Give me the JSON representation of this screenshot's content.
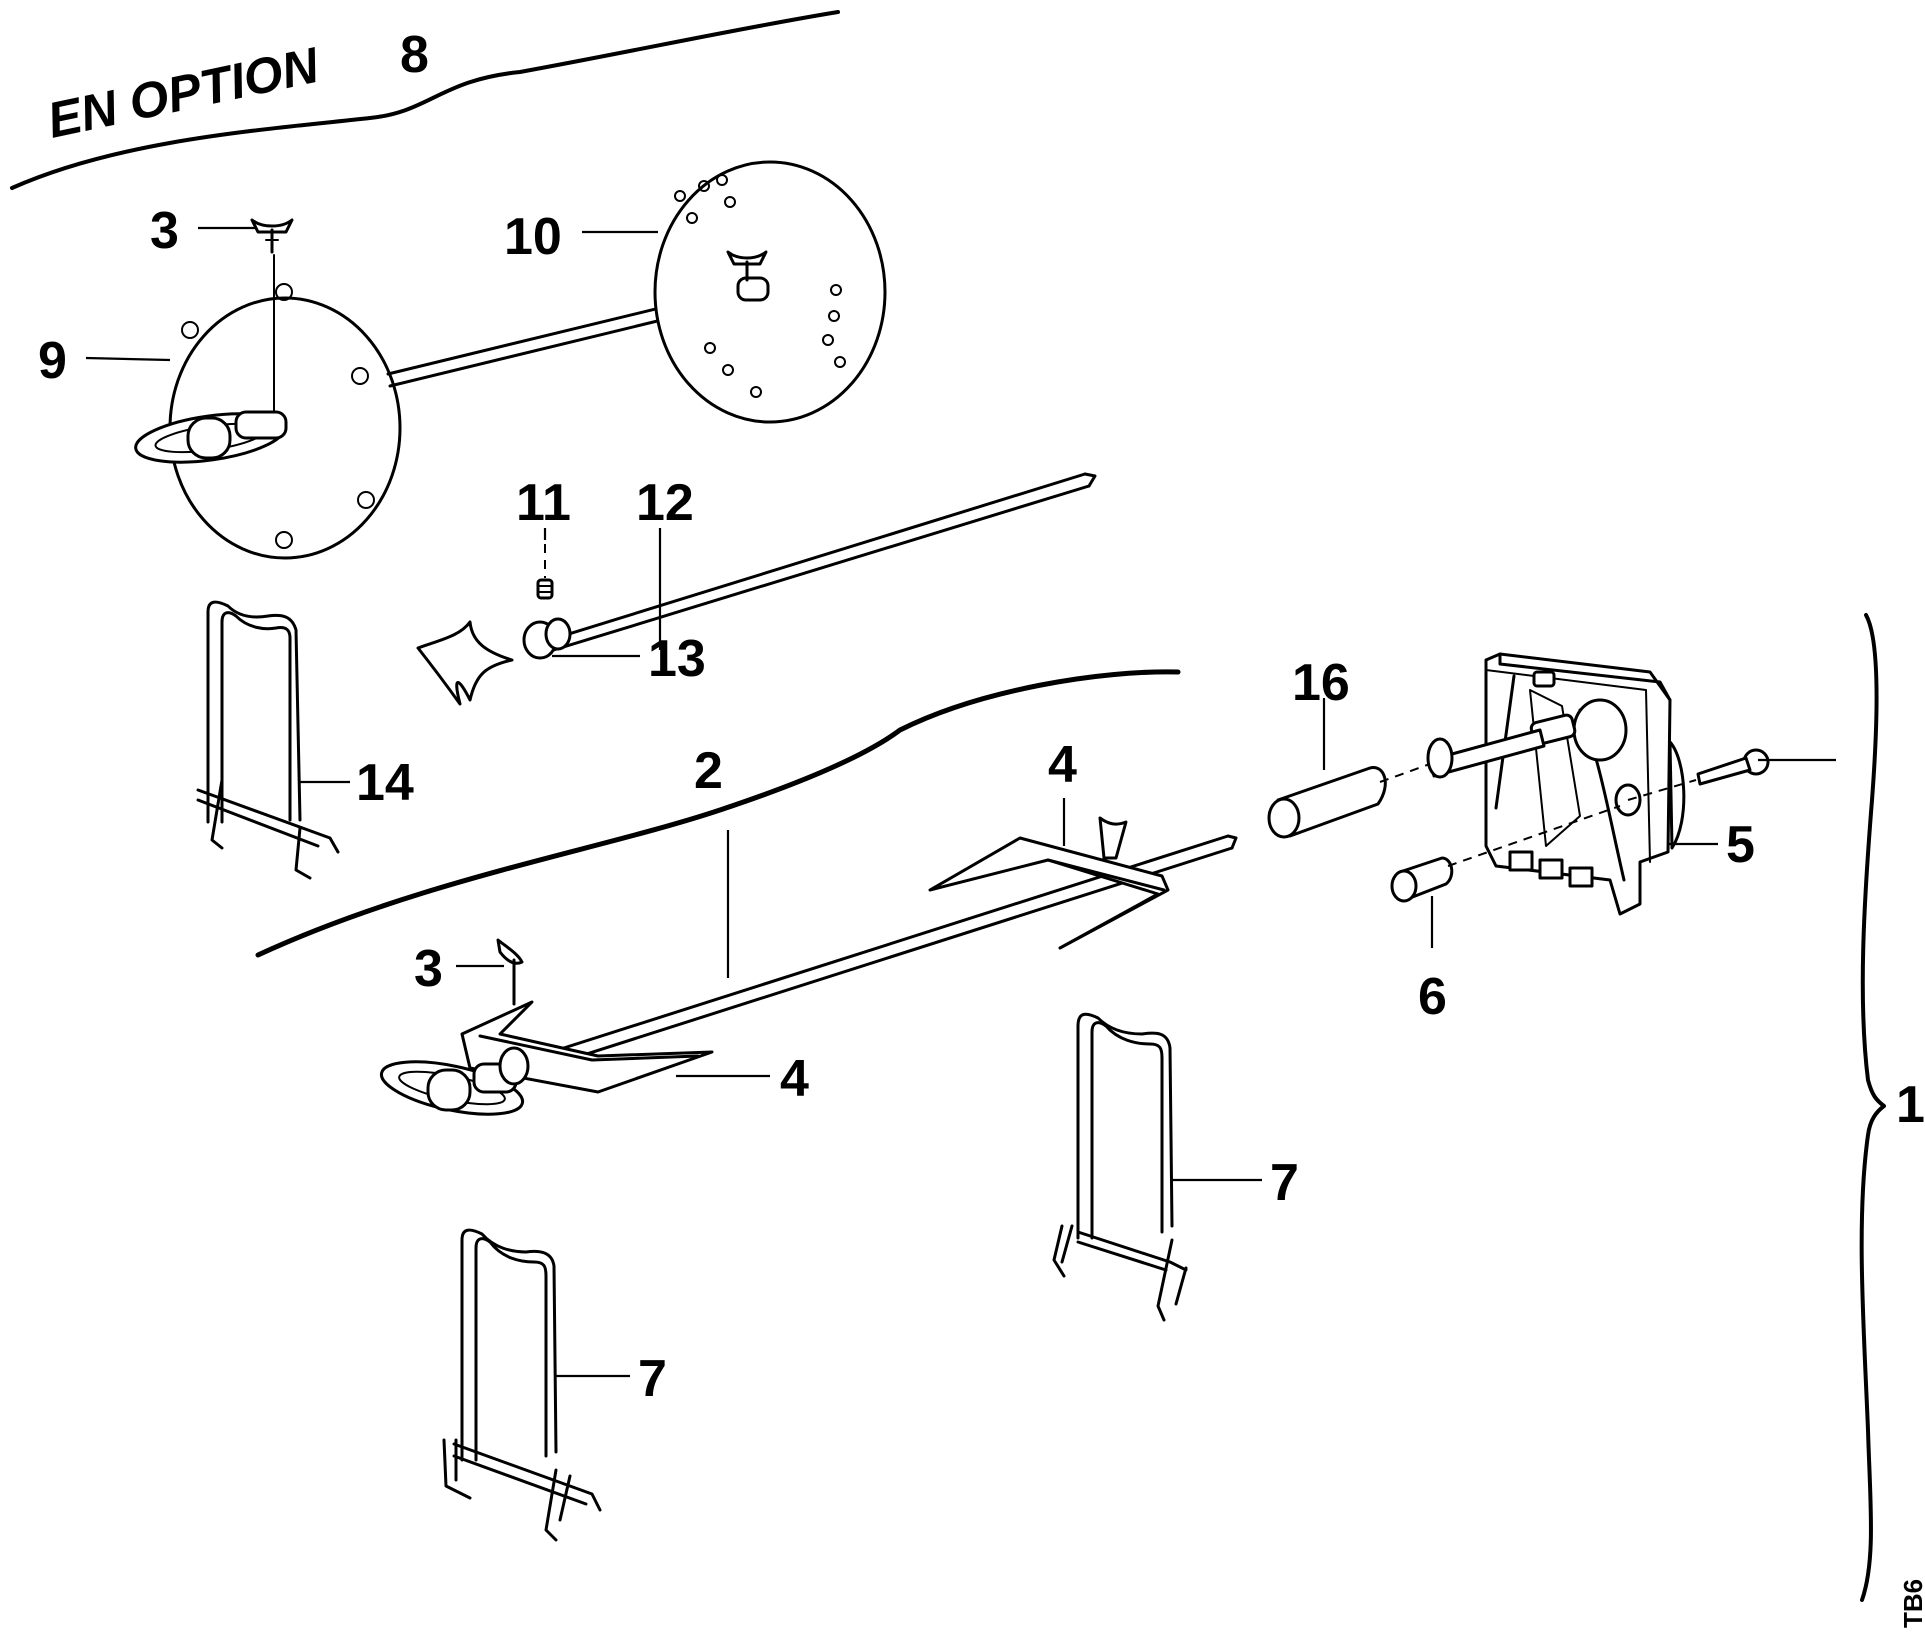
{
  "option_label": "EN OPTION",
  "callouts": {
    "c1": "1",
    "c2": "2",
    "c3a": "3",
    "c3b": "3",
    "c4a": "4",
    "c4b": "4",
    "c5": "5",
    "c6": "6",
    "c7a": "7",
    "c7b": "7",
    "c8": "8",
    "c9": "9",
    "c10": "10",
    "c11": "11",
    "c12": "12",
    "c13": "13",
    "c14": "14",
    "c16": "16"
  },
  "reference_code": "TB6"
}
